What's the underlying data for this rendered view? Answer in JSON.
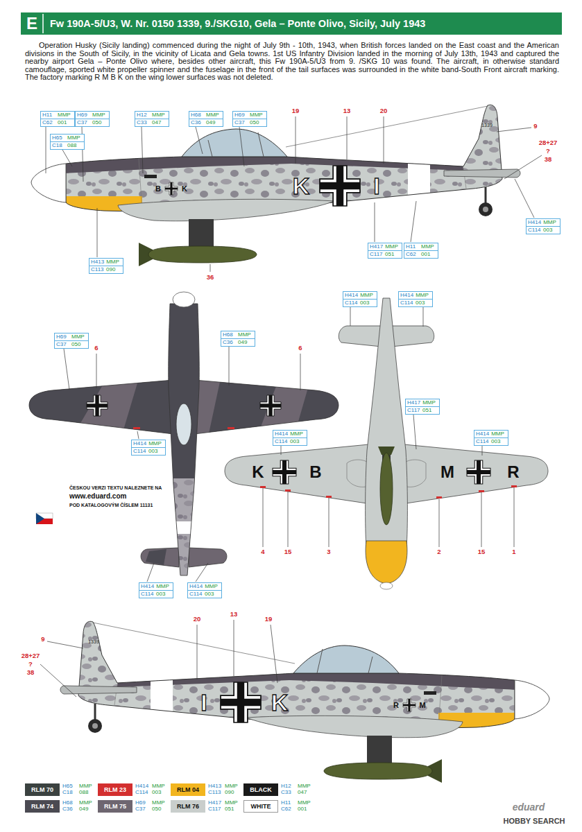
{
  "diagram": {
    "title": "Fw 190A-5/U3, W. Nr. 0150 1339, 9./SKG10, Gela – Ponte Olivo, Sicily, July 1943",
    "caption": "Operation Husky (Sicily landing) commenced during the night of July 9th - 10th, 1943, when British forces landed on the East coast and the American divisions in the South of Sicily, in the vicinity of Licata and Gela towns. 1st US Infantry Division landed in the morning of July 13th, 1943 and captured the nearby airport Gela – Ponte Olivo where, besides other aircraft, this Fw 190A-5/U3 from 9. /SKG 10 was found. The aircraft, in otherwise standard camouflage, sported white propeller spinner and the fuselage in the front of the tail surfaces was surrounded in the white band-South Front aircraft marking. The factory marking R M B K on the wing lower surfaces was not deleted.",
    "nodes": [
      {
        "text": [
          "H11",
          "MMP",
          "C62",
          "001"
        ]
      },
      {
        "text": [
          "H65",
          "MMP",
          "C18",
          "088"
        ]
      },
      {
        "text": [
          "H69",
          "MMP",
          "C37",
          "050"
        ]
      },
      {
        "text": [
          "H12",
          "MMP",
          "C33",
          "047"
        ]
      },
      {
        "text": [
          "H68",
          "MMP",
          "C36",
          "049"
        ]
      },
      {
        "text": [
          "H69",
          "MMP",
          "C37",
          "050"
        ]
      },
      {
        "text": [
          "H414",
          "MMP",
          "C114",
          "003"
        ]
      },
      {
        "text": [
          "H413",
          "MMP",
          "C113",
          "090"
        ]
      },
      {
        "text": [
          "H417",
          "MMP",
          "C117",
          "051"
        ]
      },
      {
        "text": [
          "H11",
          "MMP",
          "C62",
          "001"
        ]
      },
      {
        "text": [
          "H69",
          "MMP",
          "C37",
          "050"
        ]
      },
      {
        "text": [
          "H68",
          "MMP",
          "C36",
          "049"
        ]
      },
      {
        "text": [
          "H414",
          "MMP",
          "C114",
          "003"
        ]
      },
      {
        "text": [
          "H414",
          "MMP",
          "C114",
          "003"
        ]
      },
      {
        "text": [
          "H414",
          "MMP",
          "C114",
          "003"
        ]
      },
      {
        "text": [
          "H414",
          "MMP",
          "C114",
          "003"
        ]
      },
      {
        "text": [
          "H414",
          "MMP",
          "C114",
          "003"
        ]
      },
      {
        "text": [
          "H417",
          "MMP",
          "C117",
          "051"
        ]
      },
      {
        "text": [
          "H414",
          "MMP",
          "C114",
          "003"
        ]
      },
      {
        "text": [
          "H414",
          "MMP",
          "C114",
          "003"
        ]
      }
    ],
    "labels": [
      "E",
      "19",
      "13",
      "20",
      "9",
      "28+27",
      "?",
      "38",
      "36",
      "6",
      "6",
      "4",
      "15",
      "3",
      "2",
      "15",
      "1",
      "20",
      "13",
      "19",
      "9",
      "28+27",
      "?",
      "38",
      "K",
      "I",
      "1339",
      "B",
      "K",
      "K",
      "B",
      "M",
      "R",
      "I",
      "K",
      "1339",
      "R",
      "M",
      "ČESKOU VERZI TEXTU NALEZNETE NA",
      "www.eduard.com",
      "POD KATALOGOVÝM ČÍSLEM 11131",
      "H65",
      "MMP",
      "C18",
      "088",
      "H414",
      "MMP",
      "C114",
      "003",
      "H413",
      "MMP",
      "C113",
      "090",
      "H12",
      "MMP",
      "C33",
      "047",
      "H68",
      "MMP",
      "C36",
      "049",
      "H69",
      "MMP",
      "C37",
      "050",
      "H417",
      "MMP",
      "C117",
      "051",
      "H11",
      "MMP",
      "C62",
      "001",
      "eduard",
      "HOBBY SEARCH"
    ],
    "legend": [
      {
        "text": "RLM 70",
        "color": "#3b4240"
      },
      {
        "text": "RLM 23",
        "color": "#d32f2f"
      },
      {
        "text": "RLM 04",
        "color": "#f2b51f"
      },
      {
        "text": "BLACK",
        "color": "#1a1a1a"
      },
      {
        "text": "RLM 74",
        "color": "#4b4a52"
      },
      {
        "text": "RLM 75",
        "color": "#6e6670"
      },
      {
        "text": "RLM 76",
        "color": "#c9cecc"
      },
      {
        "text": "WHITE",
        "color": "#ffffff"
      }
    ]
  }
}
